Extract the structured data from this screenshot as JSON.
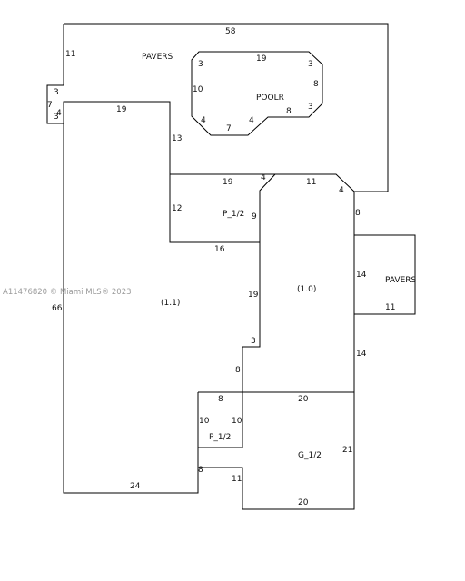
{
  "watermark": "A11476820 © Miami MLS® 2023",
  "areas": {
    "pavers_top": "PAVERS",
    "pool": "POOLR",
    "patio_upper": "P_1/2",
    "main_left": "(1.1)",
    "main_right": "(1.0)",
    "pavers_right": "PAVERS",
    "patio_lower": "P_1/2",
    "garage": "G_1/2"
  },
  "dimensions": {
    "outer_top": "58",
    "outer_left_upper": "11",
    "notch_top": "3",
    "notch_left": "7",
    "notch_inner": "4",
    "notch_bottom": "3",
    "left_wall": "66",
    "bottom_left": "24",
    "house_top_left": "19",
    "house_step_down": "13",
    "patio_top": "19",
    "patio_left": "12",
    "patio_bottom": "16",
    "diag_upper": "4",
    "patio_right": "9",
    "step_right": "19",
    "step_small": "3",
    "step_lower": "8",
    "right_top": "11",
    "right_diag": "4",
    "right_wall_upper": "8",
    "pavers_right_height": "14",
    "pavers_right_width": "11",
    "right_wall_lower": "14",
    "garage_top": "20",
    "garage_right": "21",
    "garage_bottom": "20",
    "garage_left": "11",
    "p2_top": "8",
    "p2_left": "10",
    "p2_right": "10",
    "p2_bottom_left": "8"
  },
  "pool_dims": {
    "top": "19",
    "top_left": "3",
    "top_right": "3",
    "left": "10",
    "right": "8",
    "bottom_right_corner": "3",
    "bottom_inner": "8",
    "bottom_left_corner": "4",
    "bottom": "7",
    "bottom_step": "4"
  }
}
